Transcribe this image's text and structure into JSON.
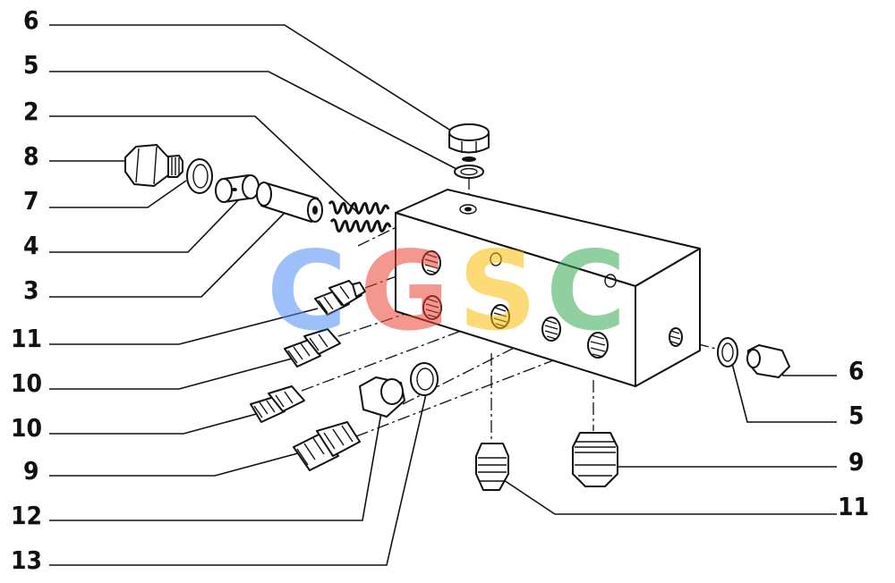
{
  "labels": {
    "left": [
      "6",
      "5",
      "2",
      "8",
      "7",
      "4",
      "3",
      "11",
      "10",
      "10",
      "9",
      "12",
      "13"
    ],
    "right": [
      "6",
      "5",
      "9",
      "11"
    ]
  },
  "watermark": {
    "letters": [
      "C",
      "G",
      "S",
      "C"
    ],
    "colors": [
      "#4f8ef7",
      "#ea4335",
      "#fbbc05",
      "#34a853"
    ]
  }
}
